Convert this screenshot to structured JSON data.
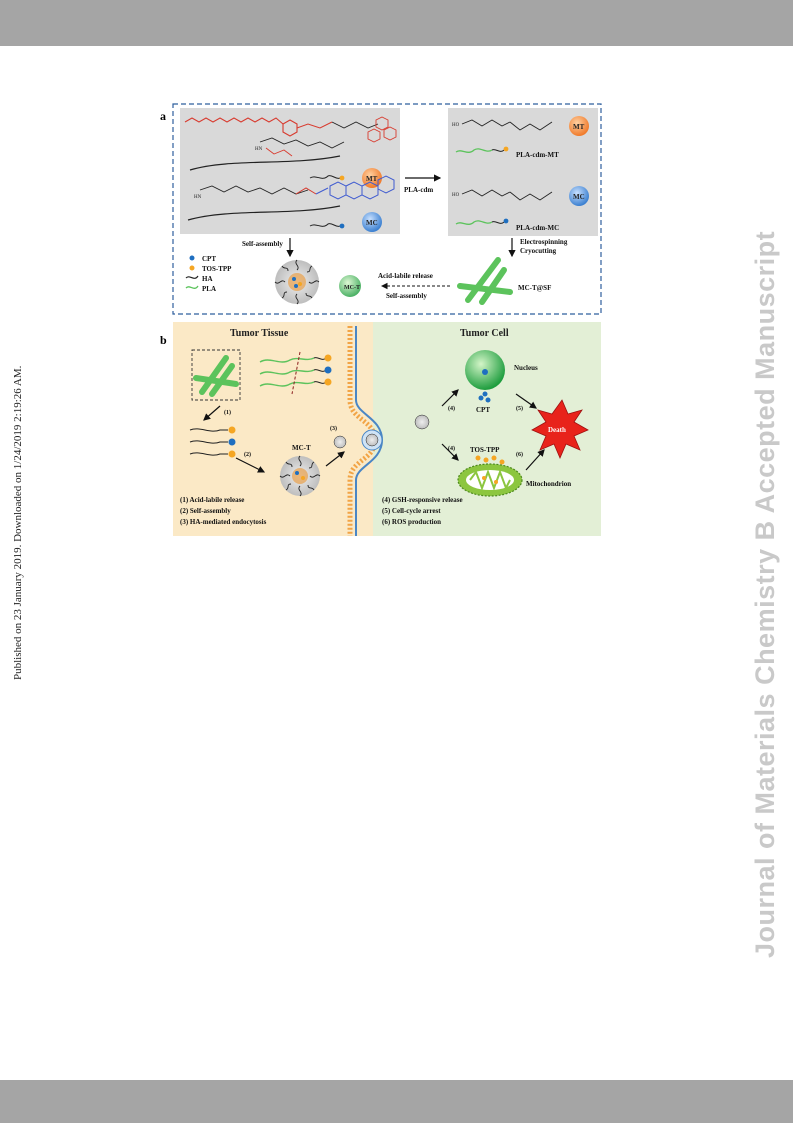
{
  "page": {
    "side_note": "Published on 23 January 2019. Downloaded on 1/24/2019 2:19:26 AM.",
    "watermark": "Journal of Materials Chemistry B Accepted Manuscript"
  },
  "figure": {
    "panel_a": {
      "label": "a",
      "reagent": "PLA-cdm",
      "compound_mt": "PLA-cdm-MT",
      "compound_mc": "PLA-cdm-MC",
      "step_left": "Self-assembly",
      "step_right_1": "Electrospinning",
      "step_right_2": "Cryocutting",
      "release_1": "Acid-labile release",
      "release_2": "Self-assembly",
      "fiber_label": "MC-T@SF",
      "micelle_label": "MC-T",
      "badge_mt": "MT",
      "badge_mc": "MC",
      "legend": [
        "CPT",
        "TOS-TPP",
        "HA",
        "PLA"
      ]
    },
    "panel_b": {
      "label": "b",
      "tissue_title": "Tumor Tissue",
      "cell_title": "Tumor Cell",
      "micelle_label": "MC-T",
      "nucleus": "Nucleus",
      "cpt": "CPT",
      "tostpp": "TOS-TPP",
      "mitochondrion": "Mitochondrion",
      "death": "Death",
      "step_numbers": [
        "(1)",
        "(2)",
        "(3)",
        "(4)",
        "(4)",
        "(5)",
        "(6)"
      ],
      "notes_left": [
        "(1) Acid-labile release",
        "(2) Self-assembly",
        "(3) HA-mediated endocytosis"
      ],
      "notes_right": [
        "(4) GSH-responsive release",
        "(5) Cell-cycle arrest",
        "(6) ROS production"
      ]
    }
  },
  "colors": {
    "cpt": "#1f6fc0",
    "tostpp": "#f5a623",
    "pla": "#5cc35c",
    "ha": "#222222",
    "tissue_bg": "#fbe9c6",
    "cell_bg": "#e3efd6",
    "panel_gray": "#d9d9d9",
    "frame": "#2f5f9e"
  }
}
